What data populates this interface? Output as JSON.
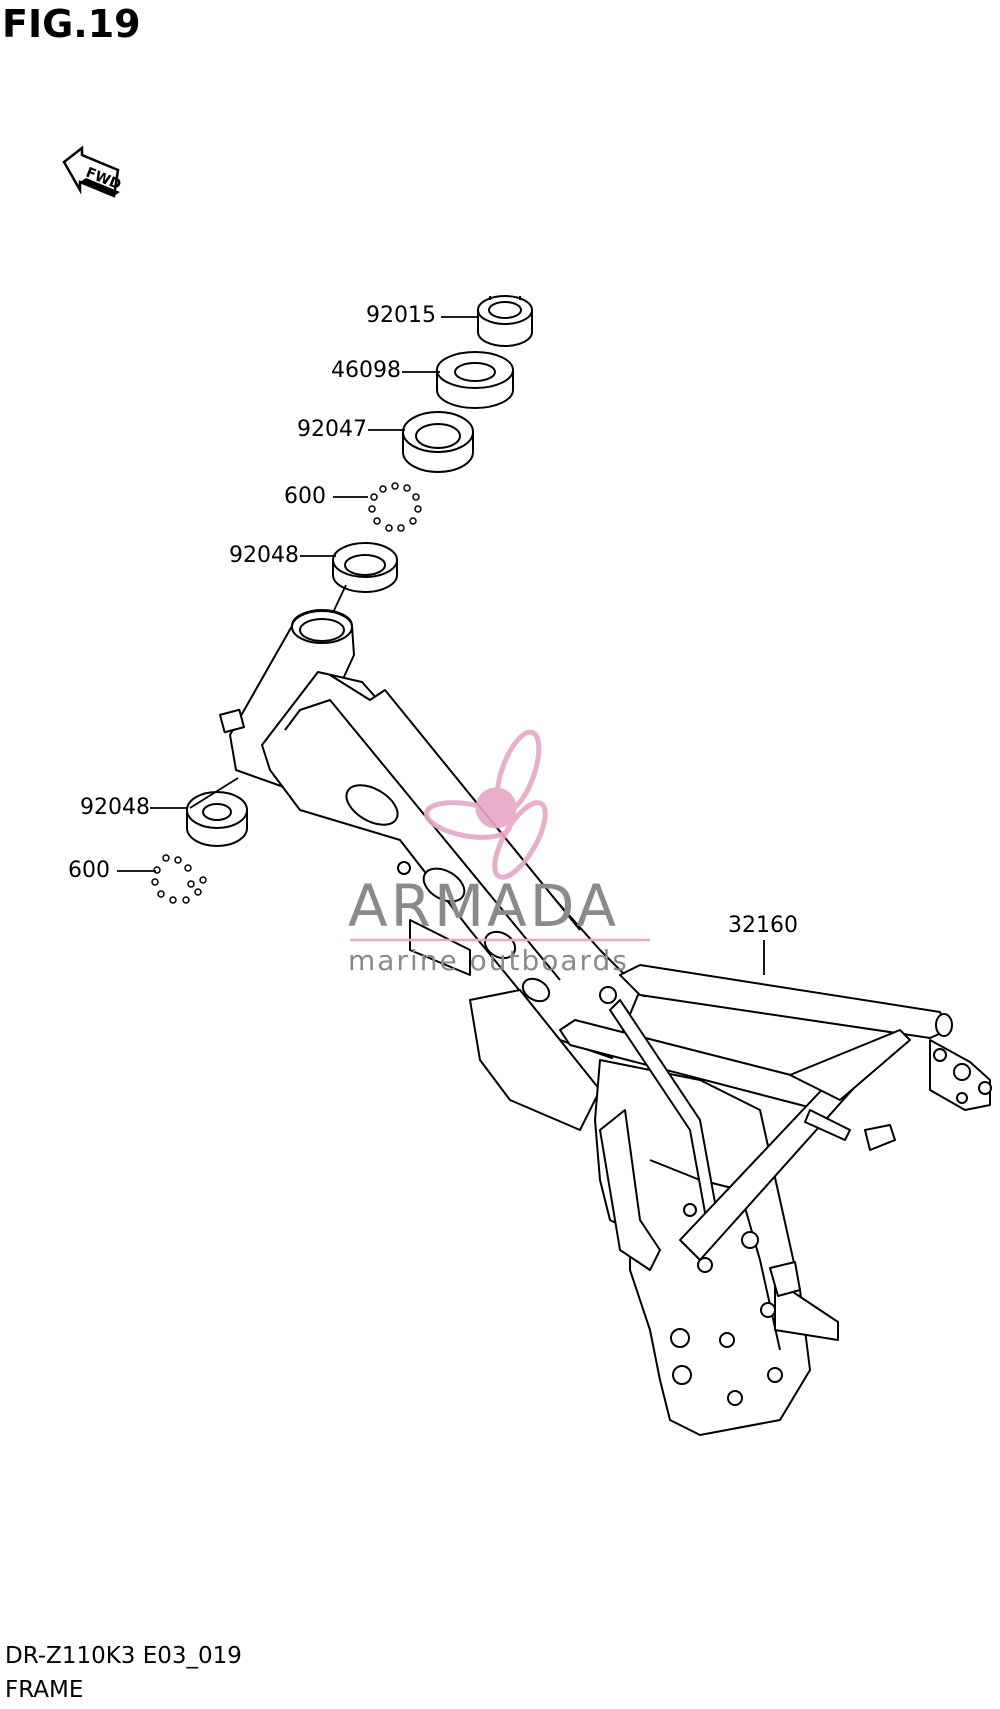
{
  "figure": {
    "title": "FIG.19",
    "model_code": "DR-Z110K3 E03_019",
    "section_name": "FRAME"
  },
  "fwd_marker": "FWD",
  "parts": [
    {
      "id": "p1",
      "number": "92015"
    },
    {
      "id": "p2",
      "number": "46098"
    },
    {
      "id": "p3",
      "number": "92047"
    },
    {
      "id": "p4",
      "number": "600"
    },
    {
      "id": "p5",
      "number": "92048"
    },
    {
      "id": "p6",
      "number": "92048"
    },
    {
      "id": "p7",
      "number": "600"
    },
    {
      "id": "p8",
      "number": "32160"
    }
  ],
  "watermark": {
    "brand": "ARMADA",
    "tagline": "marine outboards",
    "logo_color": "#e8a6c8",
    "text_color": "#8a8a8a"
  }
}
